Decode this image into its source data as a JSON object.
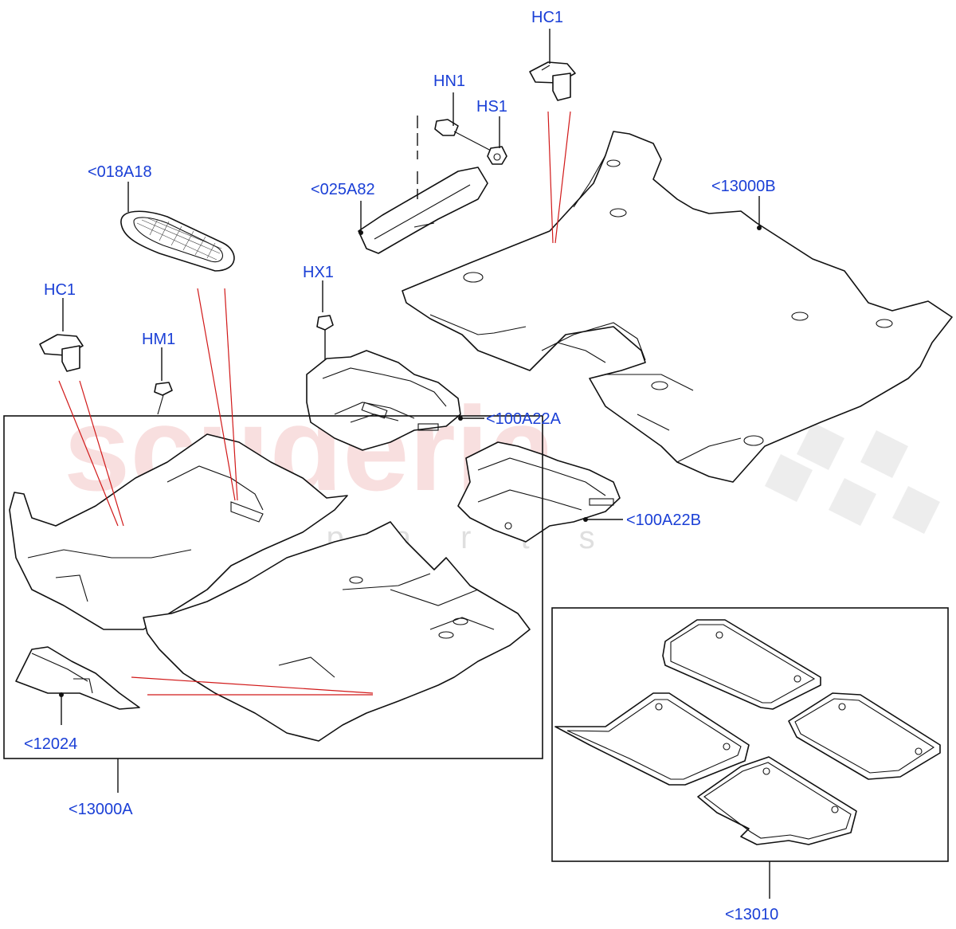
{
  "watermark": {
    "brand": "scuderia",
    "sub": "car parts"
  },
  "callouts": {
    "hc1_top": "HC1",
    "hn1": "HN1",
    "hs1": "HS1",
    "c025a82": "<025A82",
    "c13000b": "<13000B",
    "c018a18": "<018A18",
    "hx1": "HX1",
    "hc1_left": "HC1",
    "hm1": "HM1",
    "c100a22a": "<100A22A",
    "c100a22b": "<100A22B",
    "c12024": "<12024",
    "c13000a": "<13000A",
    "c13010": "<13010"
  },
  "colors": {
    "callout": "#1a3fd6",
    "leader": "#111111",
    "reference_line": "#d11919",
    "watermark": "#f4c6c6"
  }
}
